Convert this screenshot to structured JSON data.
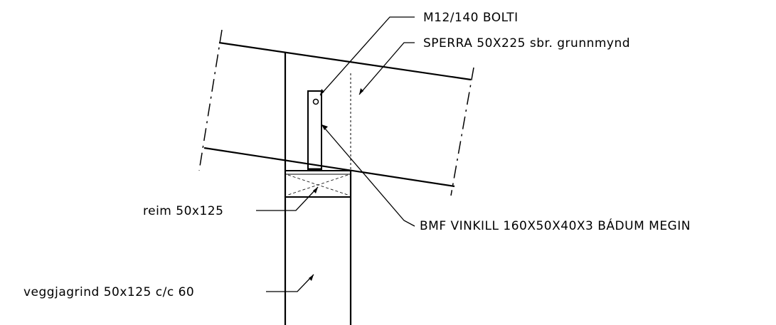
{
  "drawing": {
    "labels": {
      "bolt": "M12/140 BOLTI",
      "rafter": "SPERRA 50X225 sbr. grunnmynd",
      "angle_bracket": "BMF VINKILL 160X50X40X3 BÁDUM MEGIN",
      "plate": "reim 50x125",
      "wall_frame": "veggjagrind 50x125 c/c 60"
    },
    "colors": {
      "line": "#000000",
      "background": "#ffffff"
    }
  }
}
